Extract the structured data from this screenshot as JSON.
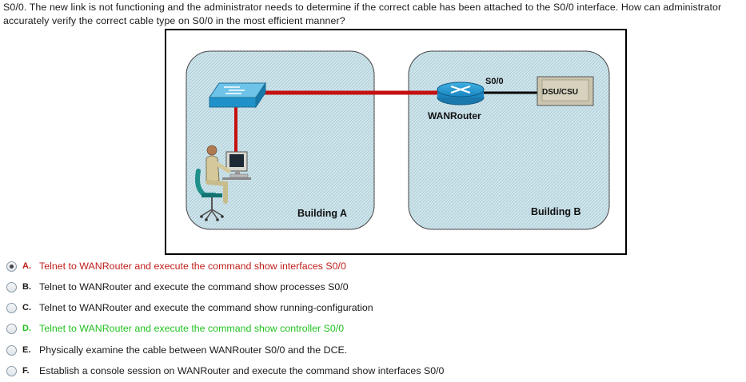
{
  "question": {
    "text": "S0/0. The new link is not functioning and the administrator needs to determine if the correct cable has been attached to the S0/0 interface. How can administrator accurately verify the correct cable type on S0/0 in the most efficient manner?"
  },
  "diagram": {
    "building_a_label": "Building A",
    "building_b_label": "Building B",
    "router_label": "WANRouter",
    "interface_label": "S0/0",
    "dsu_label": "DSU/CSU"
  },
  "colors": {
    "selected": "#c0201c",
    "correct": "#22c322",
    "normal": "#1a1a1a",
    "link_red": "#c41010",
    "building_fill": "#c9e2ea"
  },
  "options": [
    {
      "letter": "A.",
      "text": "Telnet to WANRouter and execute the command show interfaces S0/0",
      "state": "selected",
      "checked": true
    },
    {
      "letter": "B.",
      "text": "Telnet to WANRouter and execute the command show processes S0/0",
      "state": "normal",
      "checked": false
    },
    {
      "letter": "C.",
      "text": "Telnet to WANRouter and execute the command show running-configuration",
      "state": "normal",
      "checked": false
    },
    {
      "letter": "D.",
      "text": "Telnet to WANRouter and execute the command show controller S0/0",
      "state": "correct",
      "checked": false
    },
    {
      "letter": "E.",
      "text": "Physically examine the cable between WANRouter S0/0 and the DCE.",
      "state": "normal",
      "checked": false
    },
    {
      "letter": "F.",
      "text": "Establish a console session on WANRouter and execute the command show interfaces S0/0",
      "state": "normal",
      "checked": false
    }
  ]
}
